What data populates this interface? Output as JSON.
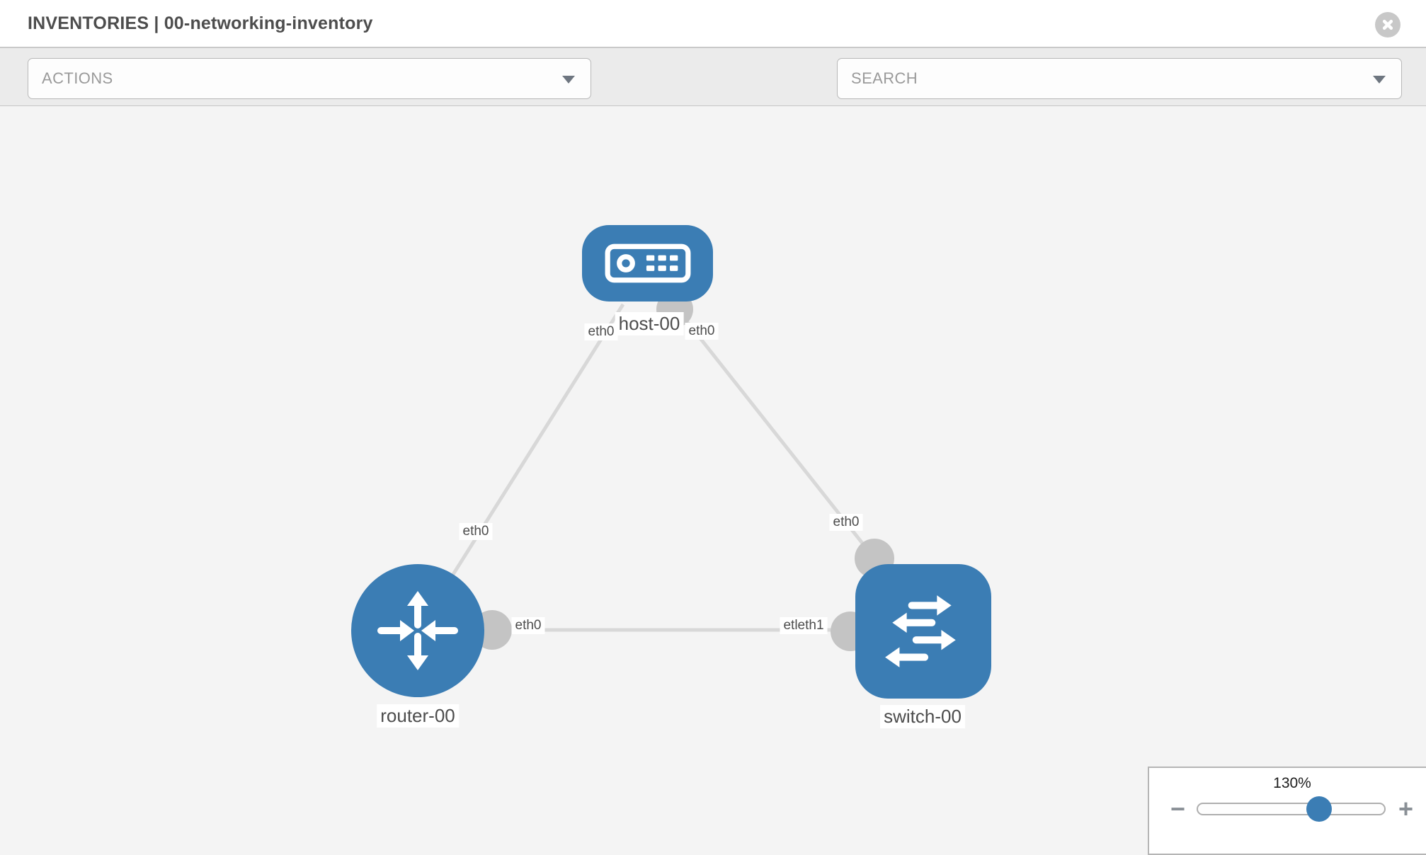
{
  "header": {
    "title": "INVENTORIES | 00-networking-inventory"
  },
  "toolbar": {
    "actions_label": "ACTIONS",
    "search_label": "SEARCH"
  },
  "graph": {
    "nodes": [
      {
        "label": "host-00",
        "type": "host"
      },
      {
        "label": "router-00",
        "type": "router"
      },
      {
        "label": "switch-00",
        "type": "switch"
      }
    ],
    "links": [
      {
        "source": "host-00",
        "target": "router-00",
        "source_label": "eth0",
        "target_label": "eth0"
      },
      {
        "source": "host-00",
        "target": "switch-00",
        "source_label": "eth0",
        "target_label": "eth0"
      },
      {
        "source": "router-00",
        "target": "switch-00",
        "source_label": "eth0",
        "target_label": "etleth1"
      }
    ]
  },
  "zoom": {
    "level_label": "130%",
    "minus_label": "−",
    "plus_label": "+"
  },
  "colors": {
    "node_blue": "#3b7db4",
    "edge_gray": "#d8d8d8",
    "connector_gray": "#c4c4c4"
  }
}
